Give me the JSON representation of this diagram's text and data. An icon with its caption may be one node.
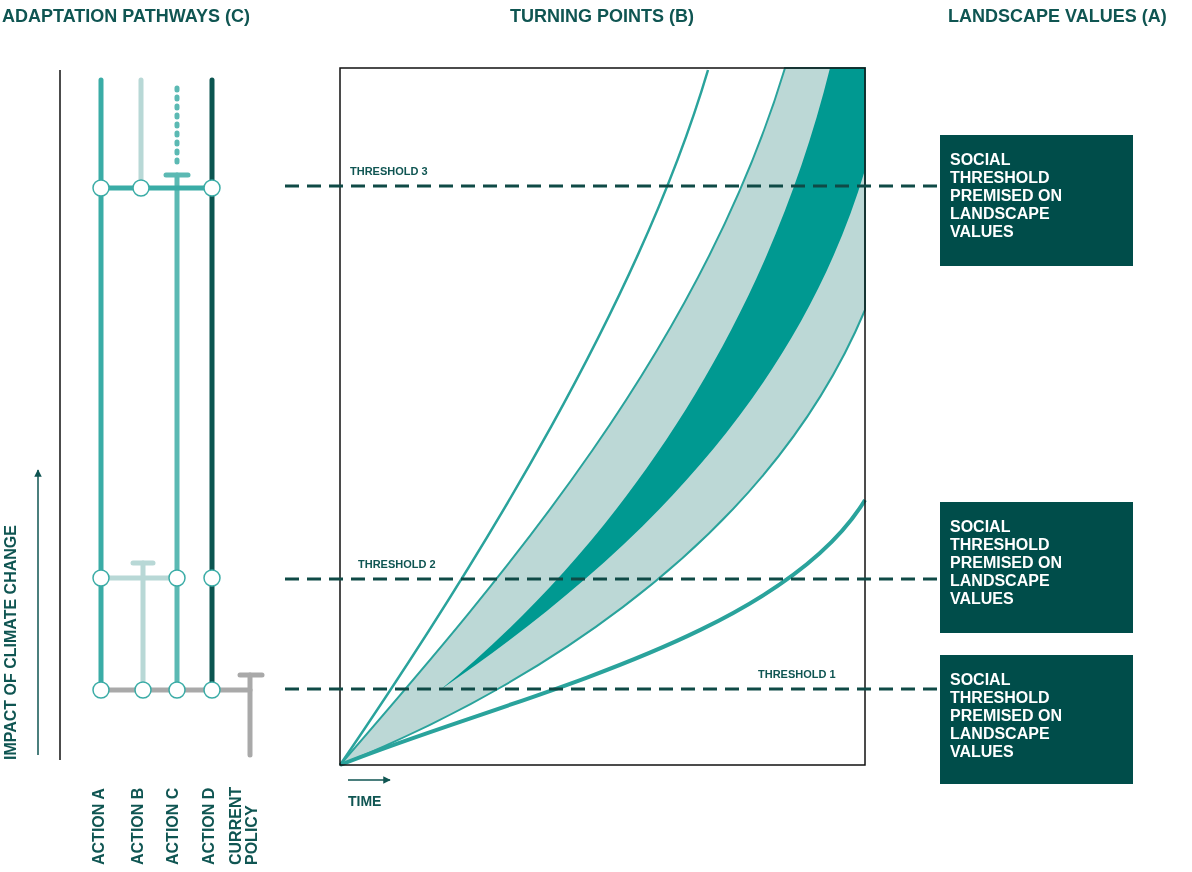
{
  "diagram": {
    "nodes": [
      {
        "text": [
          "SOCIAL THRESHOLD PREMISED ON LANDSCAPE VALUES"
        ]
      },
      {
        "text": [
          "SOCIAL THRESHOLD PREMISED ON LANDSCAPE VALUES"
        ]
      },
      {
        "text": [
          "SOCIAL THRESHOLD PREMISED ON LANDSCAPE VALUES"
        ]
      }
    ],
    "edges": [
      {
        "from": null,
        "to": 0,
        "arrow": "none",
        "style": "dashed",
        "label": "THRESHOLD 3"
      },
      {
        "from": null,
        "to": 1,
        "arrow": "none",
        "style": "dashed",
        "label": "THRESHOLD 2"
      },
      {
        "from": null,
        "to": 2,
        "arrow": "none",
        "style": "dashed",
        "label": "THRESHOLD 1"
      }
    ],
    "labels": [
      "ADAPTATION PATHWAYS (C)",
      "TURNING POINTS (B)",
      "LANDSCAPE VALUES (A)",
      "IMPACT OF CLIMATE CHANGE",
      "TIME",
      "ACTION A",
      "ACTION B",
      "ACTION C",
      "ACTION D",
      "CURRENT POLICY"
    ]
  }
}
